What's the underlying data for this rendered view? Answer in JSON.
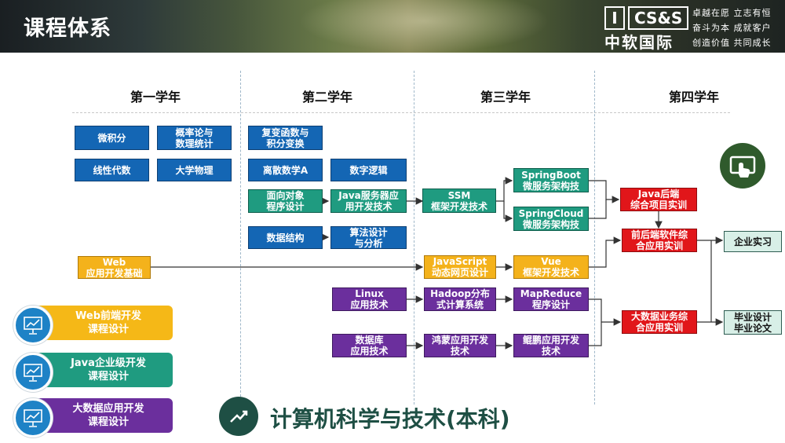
{
  "header": {
    "title": "课程体系",
    "logo": {
      "mark": "I",
      "abbr": "CS&S",
      "name_cn": "中软国际"
    },
    "slogans": [
      "卓越在愿 立志有恒",
      "奋斗为本 成就客户",
      "创造价值 共同成长"
    ]
  },
  "years": [
    "第一学年",
    "第二学年",
    "第三学年",
    "第四学年"
  ],
  "courses": {
    "calculus": "微积分",
    "probability": "概率论与\n数理统计",
    "linear_algebra": "线性代数",
    "physics": "大学物理",
    "complex_functions": "复变函数与\n积分变换",
    "discrete_math": "离散数学A",
    "digital_logic": "数字逻辑",
    "oop": "面向对象\n程序设计",
    "java_server": "Java服务器应\n用开发技术",
    "data_structures": "数据结构",
    "algorithms": "算法设计\n与分析",
    "ssm": "SSM\n框架开发技术",
    "springboot": "SpringBoot\n微服务架构技",
    "springcloud": "SpringCloud\n微服务架构技",
    "java_backend": "Java后端\n综合项目实训",
    "web_basics": "Web\n应用开发基础",
    "javascript": "JavaScript\n动态网页设计",
    "vue": "Vue\n框架开发技术",
    "frontend_backend": "前后端软件综\n合应用实训",
    "enterprise_internship": "企业实习",
    "linux": "Linux\n应用技术",
    "hadoop": "Hadoop分布\n式计算系统",
    "mapreduce": "MapReduce\n程序设计",
    "bigdata_training": "大数据业务综\n合应用实训",
    "thesis": "毕业设计\n毕业论文",
    "database": "数据库\n应用技术",
    "harmony": "鸿蒙应用开发\n技术",
    "kunpeng": "鲲鹏应用开发\n技术"
  },
  "course_designs": [
    {
      "label": "Web前端开发\n课程设计",
      "color": "#f5b817"
    },
    {
      "label": "Java企业级开发\n课程设计",
      "color": "#1f9b80"
    },
    {
      "label": "大数据应用开发\n课程设计",
      "color": "#6b2f9d"
    }
  ],
  "footer": {
    "title": "计算机科学与技术(本科)"
  },
  "colors": {
    "math_blue": "#1466b4",
    "java_teal": "#1f9b80",
    "web_orange": "#f4b21b",
    "bigdata_purple": "#6b2f9d",
    "training_red": "#e1161a",
    "outcome_mint": "#d8efe7",
    "footer_green": "#1e4f44"
  },
  "icons": {
    "top_right": "tablet-touch-icon",
    "footer": "trend-up-icon",
    "course_design": "presentation-chart-icon"
  }
}
